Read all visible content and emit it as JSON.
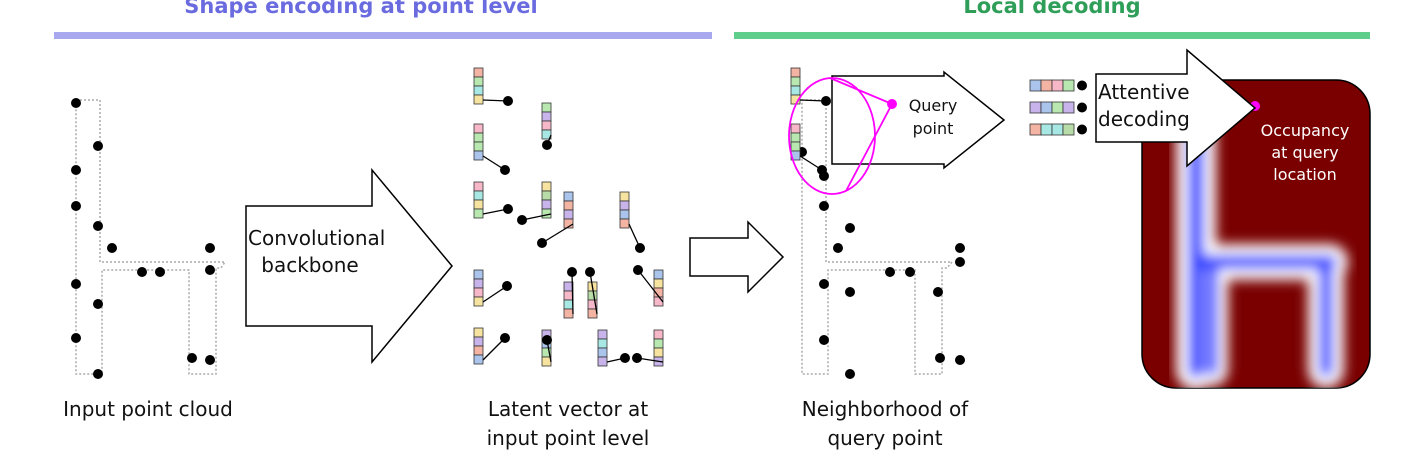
{
  "headers": {
    "encoding": "Shape encoding at point level",
    "decoding": "Local decoding"
  },
  "colors": {
    "encoding_accent": "#6b6be0",
    "encoding_bar": "#a8a8ee",
    "decoding_accent": "#2e9e58",
    "decoding_bar": "#5fcd8b",
    "highlight": "#ff00ff",
    "occupancy_bg": "#7a0000",
    "occupancy_shape": "#2a3cff"
  },
  "arrows": {
    "backbone": "Convolutional backbone",
    "decoding": "Attentive decoding",
    "query_point": "Query point"
  },
  "labels": {
    "occupancy": "Occupancy at query location"
  },
  "captions": {
    "input": "Input point cloud",
    "latent": "Latent vector at input point level",
    "neighborhood": "Neighborhood of query point"
  }
}
